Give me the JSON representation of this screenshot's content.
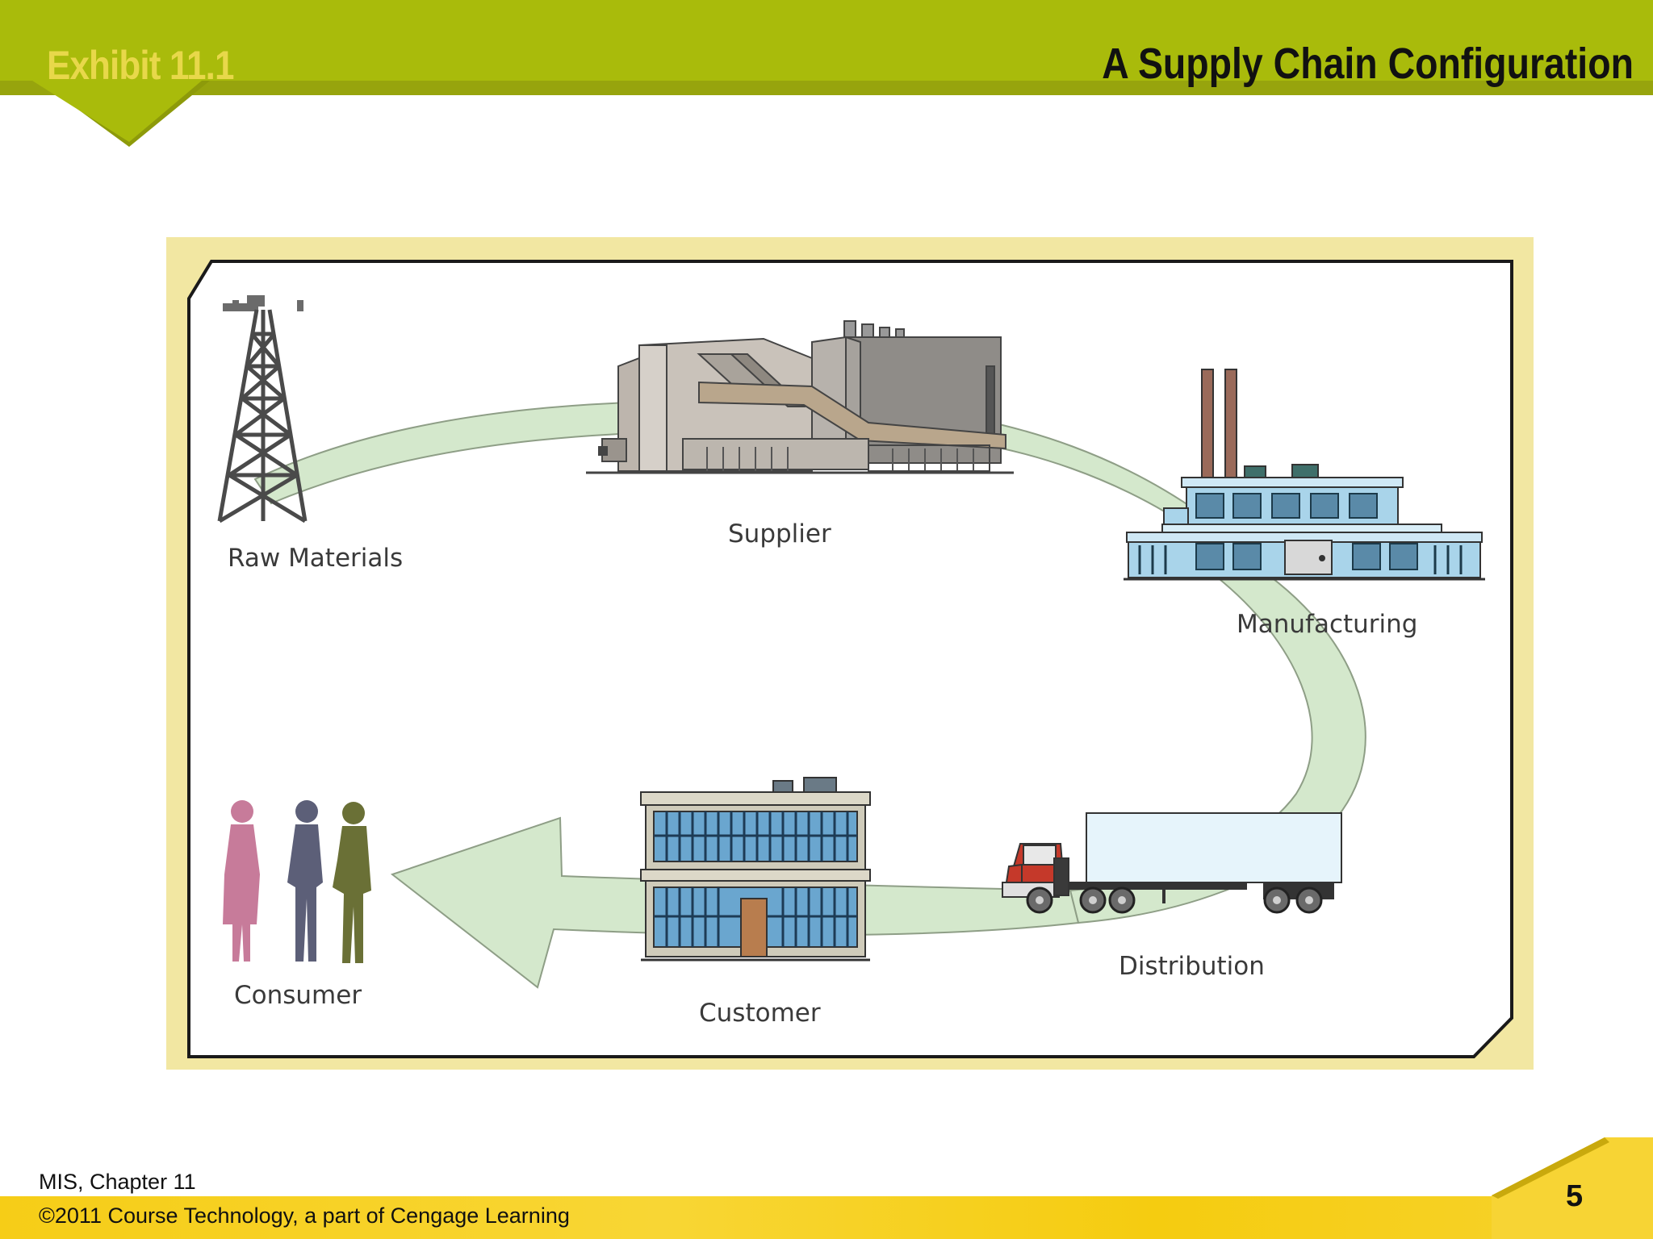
{
  "header": {
    "exhibit_label": "Exhibit 11.1",
    "title": "A Supply Chain Configuration"
  },
  "diagram": {
    "stages": {
      "raw_materials": "Raw Materials",
      "supplier": "Supplier",
      "manufacturing": "Manufacturing",
      "distribution": "Distribution",
      "customer": "Customer",
      "consumer": "Consumer"
    }
  },
  "footer": {
    "course": "MIS, Chapter 11",
    "copyright": "©2011 Course Technology, a part of Cengage Learning",
    "page_number": "5"
  },
  "colors": {
    "header_bar": "#a9bb0b",
    "footer_bar": "#f6cd17",
    "flow_arrow": "#d4e8cc",
    "frame_background": "#f2e7a2"
  }
}
